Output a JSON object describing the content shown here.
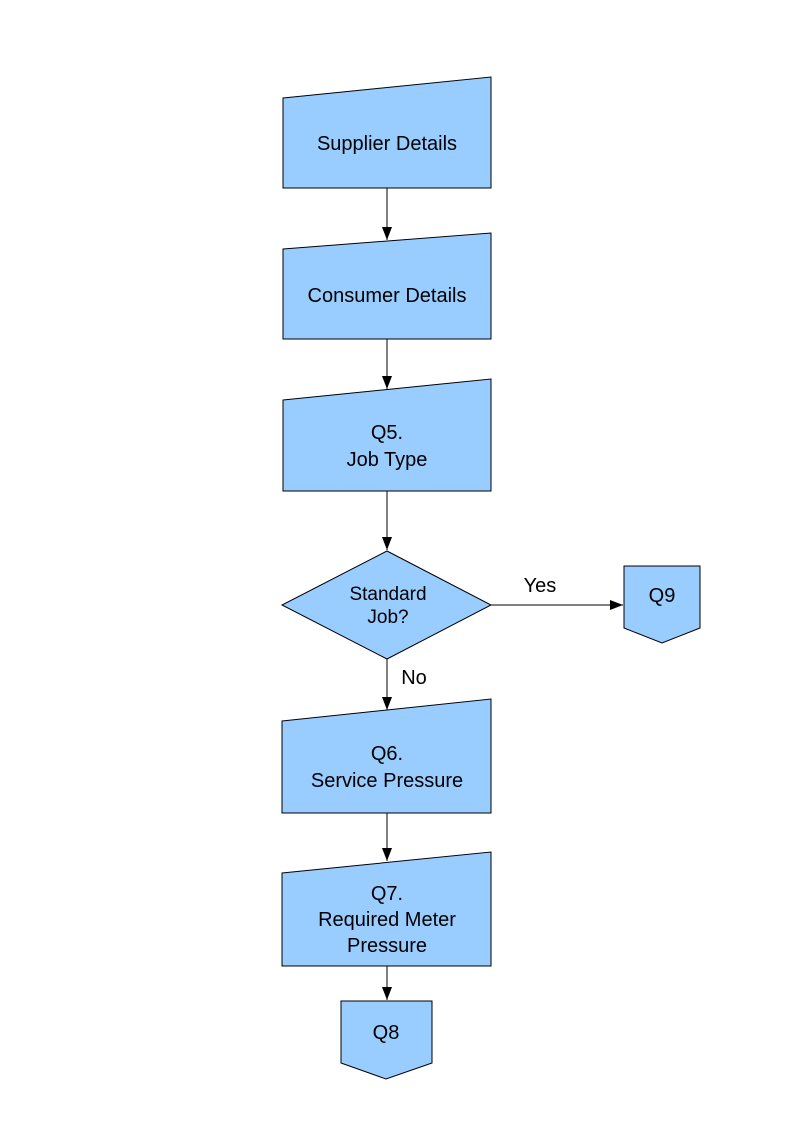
{
  "page": {
    "background": "#FFFFFF"
  },
  "diagram": {
    "colors": {
      "node_fill": "#99CCFF",
      "node_stroke": "#000000",
      "connector": "#000000",
      "label_text": "#000000"
    },
    "nodes": [
      {
        "id": "supplier-details",
        "type": "manual-input",
        "lines": [
          "Supplier Details"
        ]
      },
      {
        "id": "consumer-details",
        "type": "manual-input",
        "lines": [
          "Consumer Details"
        ]
      },
      {
        "id": "q5-job-type",
        "type": "manual-input",
        "lines": [
          "Q5.",
          "Job Type"
        ]
      },
      {
        "id": "standard-job-decision",
        "type": "decision-diamond",
        "lines": [
          "Standard",
          "Job?"
        ]
      },
      {
        "id": "q9-offpage-connector",
        "type": "off-page-connector",
        "lines": [
          "Q9"
        ]
      },
      {
        "id": "q6-service-pressure",
        "type": "manual-input",
        "lines": [
          "Q6.",
          "Service Pressure"
        ]
      },
      {
        "id": "q7-required-meter-pressure",
        "type": "manual-input",
        "lines": [
          "Q7.",
          "Required Meter",
          "Pressure"
        ]
      },
      {
        "id": "q8-offpage-connector",
        "type": "off-page-connector",
        "lines": [
          "Q8"
        ]
      }
    ],
    "edges": [
      {
        "from": "supplier-details",
        "to": "consumer-details",
        "label": ""
      },
      {
        "from": "consumer-details",
        "to": "q5-job-type",
        "label": ""
      },
      {
        "from": "q5-job-type",
        "to": "standard-job-decision",
        "label": ""
      },
      {
        "from": "standard-job-decision",
        "to": "q9-offpage-connector",
        "label": "Yes"
      },
      {
        "from": "standard-job-decision",
        "to": "q6-service-pressure",
        "label": "No"
      },
      {
        "from": "q6-service-pressure",
        "to": "q7-required-meter-pressure",
        "label": ""
      },
      {
        "from": "q7-required-meter-pressure",
        "to": "q8-offpage-connector",
        "label": ""
      }
    ]
  }
}
